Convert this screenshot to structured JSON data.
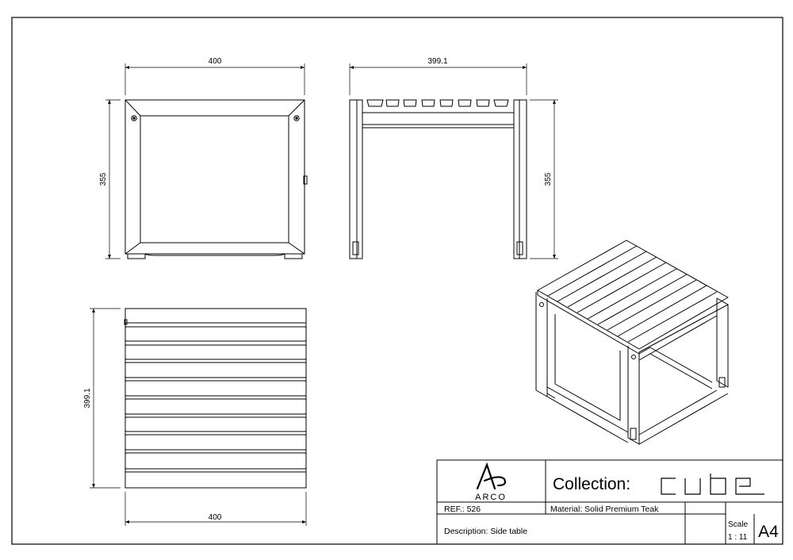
{
  "dimensions": {
    "front_width": "400",
    "front_height": "355",
    "side_width": "399.1",
    "side_height": "355",
    "top_depth": "399.1",
    "top_width": "400"
  },
  "title_block": {
    "brand": "ARCO",
    "collection_label": "Collection:",
    "collection_name": "cube",
    "ref": "REF.: 526",
    "material": "Material: Solid Premium Teak",
    "description": "Description: Side table",
    "scale_label": "Scale",
    "scale_value": "1 : 11",
    "sheet_size": "A4"
  },
  "icons": [
    "arco-logo-icon"
  ]
}
